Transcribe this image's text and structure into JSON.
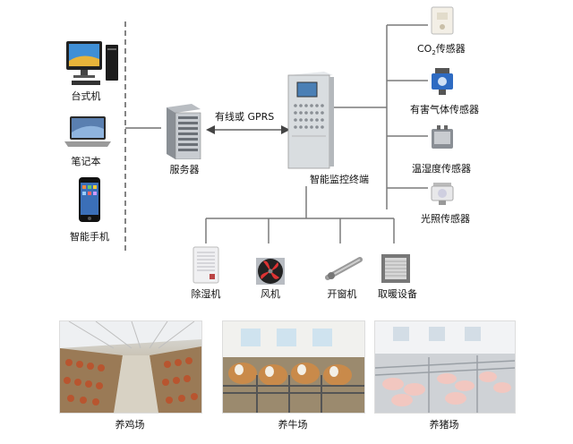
{
  "clients": {
    "desktop": "台式机",
    "laptop": "笔记本",
    "phone": "智能手机"
  },
  "server": {
    "label": "服务器",
    "link_label": "有线或 GPRS"
  },
  "terminal": {
    "label": "智能监控终端"
  },
  "sensors": {
    "co2_prefix": "CO",
    "co2_sub": "2",
    "co2_suffix": "传感器",
    "harmful_gas": "有害气体传感器",
    "temp_humidity": "温湿度传感器",
    "light": "光照传感器"
  },
  "actuators": {
    "dehumidifier": "除湿机",
    "fan": "风机",
    "window_opener": "开窗机",
    "heater": "取暖设备"
  },
  "farms": {
    "chicken": "养鸡场",
    "cattle": "养牛场",
    "pig": "养猪场"
  },
  "colors": {
    "line": "#7a7a7a",
    "cabinet": "#d9dde0",
    "screen": "#4a7fb5"
  }
}
